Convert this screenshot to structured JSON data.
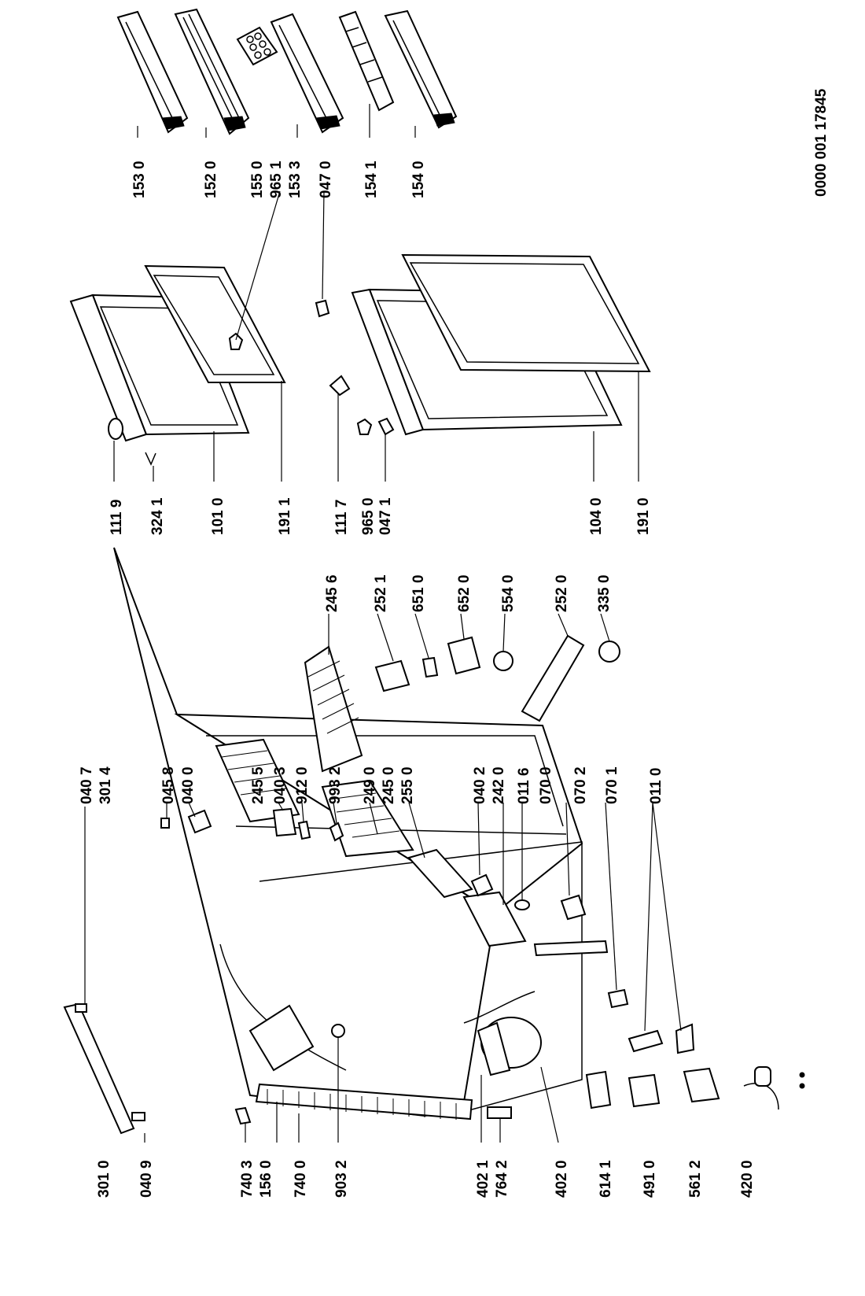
{
  "document_code": "0000 001 17845",
  "colors": {
    "ink": "#000000",
    "paper": "#ffffff"
  },
  "labels": {
    "l1530": "153 0",
    "l1520": "152 0",
    "l1550": "155 0",
    "l9651": "965 1",
    "l1533": "153 3",
    "l0470": "047 0",
    "l1541": "154 1",
    "l1540": "154 0",
    "l1119": "111 9",
    "l3241": "324 1",
    "l1010": "101 0",
    "l1911": "191 1",
    "l1117": "111 7",
    "l9650": "965 0",
    "l0471": "047 1",
    "l1040": "104 0",
    "l1910": "191 0",
    "l2456": "245 6",
    "l2521": "252 1",
    "l6510": "651 0",
    "l6520": "652 0",
    "l5540": "554 0",
    "l2520": "252 0",
    "l3350": "335 0",
    "l0407": "040 7",
    "l3014": "301 4",
    "l0458": "045 8",
    "l0400": "040 0",
    "l2455": "245 5",
    "l0403": "040 3",
    "l9120": "912 0",
    "l9932": "993 2",
    "l2490": "249 0",
    "l2450": "245 0",
    "l2550": "255 0",
    "l0402": "040 2",
    "l2420": "242 0",
    "l0116": "011 6",
    "l0700": "070 0",
    "l0702": "070 2",
    "l0701": "070 1",
    "l0110": "011 0",
    "l3010": "301 0",
    "l0409": "040 9",
    "l7403": "740 3",
    "l1560": "156 0",
    "l7400": "740 0",
    "l9032": "903 2",
    "l4021": "402 1",
    "l7642": "764 2",
    "l4020": "402 0",
    "l6141": "614 1",
    "l4910": "491 0",
    "l5612": "561 2",
    "l4200": "420 0"
  }
}
